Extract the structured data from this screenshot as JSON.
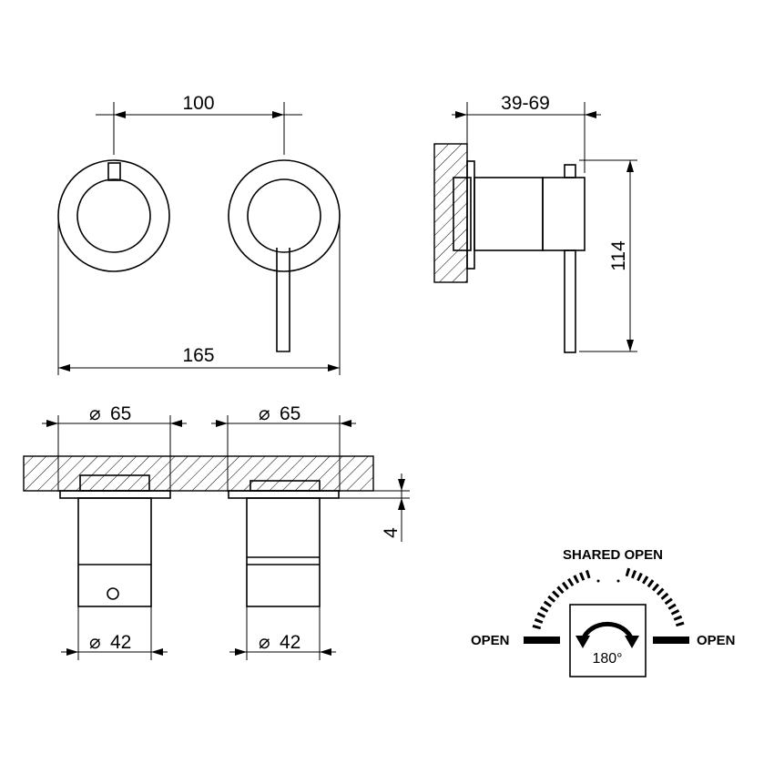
{
  "dimensions": {
    "front_spacing": "100",
    "front_width": "165",
    "side_depth": "39-69",
    "side_height": "114",
    "flange_diameter_left": "65",
    "flange_diameter_right": "65",
    "flange_thickness": "4",
    "body_diameter_left": "42",
    "body_diameter_right": "42"
  },
  "symbols": {
    "diameter": "⌀"
  },
  "rotation_diagram": {
    "shared_open": "SHARED OPEN",
    "open_left": "OPEN",
    "open_right": "OPEN",
    "angle": "180°"
  },
  "icons": {
    "rotation": "rotation-arrow-icon"
  }
}
